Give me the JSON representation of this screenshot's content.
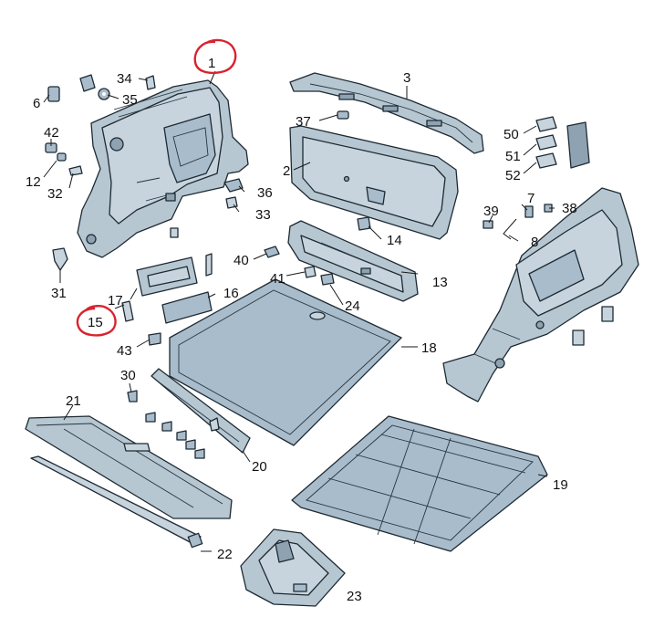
{
  "diagram": {
    "callouts": {
      "c1": "1",
      "c2": "2",
      "c3": "3",
      "c6": "6",
      "c7": "7",
      "c8": "8",
      "c12": "12",
      "c13": "13",
      "c14": "14",
      "c15": "15",
      "c16": "16",
      "c17": "17",
      "c18": "18",
      "c19": "19",
      "c20": "20",
      "c21": "21",
      "c22": "22",
      "c23": "23",
      "c24": "24",
      "c30": "30",
      "c31": "31",
      "c32": "32",
      "c33": "33",
      "c34": "34",
      "c35": "35",
      "c36": "36",
      "c37": "37",
      "c38": "38",
      "c39": "39",
      "c40": "40",
      "c41": "41",
      "c42": "42",
      "c43": "43",
      "c50": "50",
      "c51": "51",
      "c52": "52"
    },
    "highlighted_callouts": [
      "1",
      "15"
    ],
    "highlight_color": "#d9232f",
    "part_color": "#b7c7d2",
    "outline_color": "#1d2a33"
  }
}
